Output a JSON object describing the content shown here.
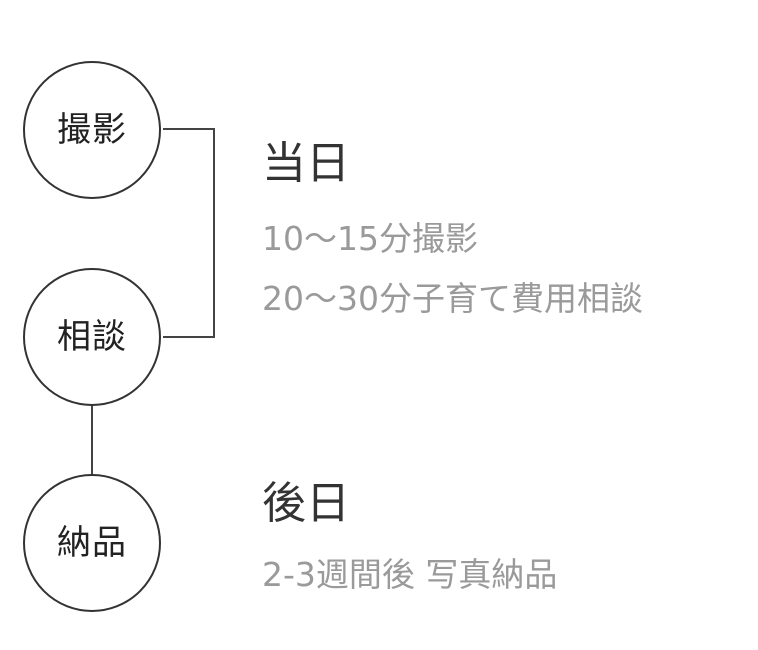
{
  "nodes": {
    "shoot": "撮影",
    "consult": "相談",
    "deliver": "納品"
  },
  "sections": {
    "same_day": {
      "title": "当日",
      "lines": [
        "10〜15分撮影",
        "20〜30分子育て費用相談"
      ]
    },
    "later": {
      "title": "後日",
      "lines": [
        "2-3週間後 写真納品"
      ]
    }
  },
  "colors": {
    "node_border": "#333333",
    "title_text": "#333333",
    "detail_text": "#9a9a9a",
    "connector": "#444444"
  }
}
